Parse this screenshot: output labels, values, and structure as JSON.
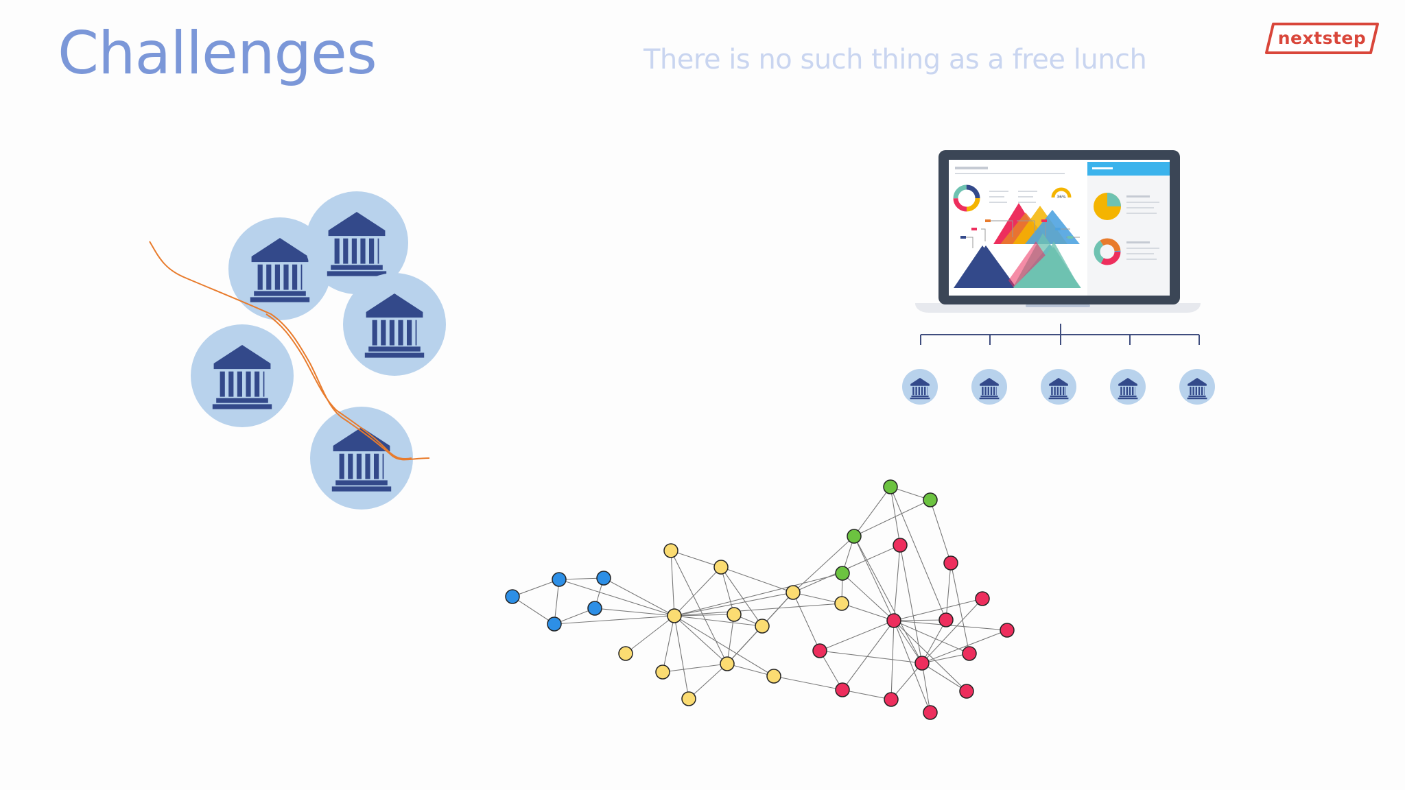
{
  "slide": {
    "title": "Challenges",
    "subtitle": "There is no such thing as a free lunch"
  },
  "logo": {
    "text": "nextstep",
    "color": "#d9463a"
  },
  "colors": {
    "title": "#7b97d8",
    "subtitle": "#c9d5f0",
    "bank_circle": "#b8d2ec",
    "bank_icon": "#33498a",
    "fracture_line": "#e87b2c",
    "network_blue": "#2d8fe6",
    "network_yellow": "#fbdc72",
    "network_green": "#6cc340",
    "network_red": "#ed2e5d",
    "network_edge": "#777777"
  },
  "icons": {
    "bank": "bank-building-icon",
    "laptop": "laptop-dashboard-icon",
    "logo": "nextstep-logo"
  },
  "dashboard": {
    "gauge_label": "36%"
  },
  "network_groups": [
    "blue",
    "yellow",
    "green",
    "red"
  ]
}
